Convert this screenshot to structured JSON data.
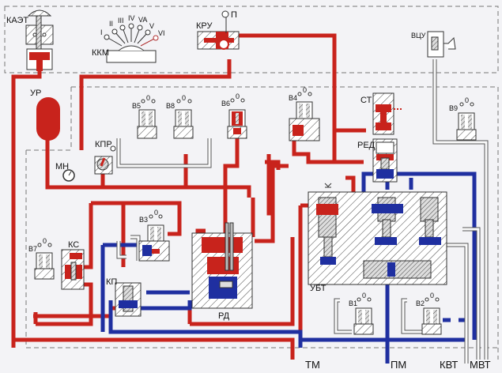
{
  "title": "Pneumatic brake control scheme",
  "colors": {
    "main_reservoir_pressure": "#c8231c",
    "brake_cylinder_pressure": "#1f2fa0",
    "atmosphere_lines": "#ffffff",
    "background": "#f3f3f6"
  },
  "components": {
    "kaet": "КАЭТ",
    "kkm": "ККМ",
    "kkm_positions": [
      "I",
      "II",
      "III",
      "IV",
      "VA",
      "V",
      "VI"
    ],
    "kru": "КРУ",
    "kru_handle": "П",
    "vcu": "ВЦУ",
    "ur": "УР",
    "mn": "МН",
    "kpr": "КПР",
    "st": "СТ",
    "red": "РЕД",
    "ks": "КС",
    "kp": "КП",
    "rd": "РД",
    "ubt": "УБТ"
  },
  "valves": {
    "v1": "В1",
    "v2": "В2",
    "v3": "В3",
    "v4": "В4",
    "v5": "В5",
    "v6": "В6",
    "v7": "В7",
    "v8": "В8",
    "v9": "В9",
    "zero": "0"
  },
  "outputs": {
    "tm": "ТМ",
    "pm": "ПМ",
    "kvt": "КВТ",
    "mvt": "МВТ"
  }
}
